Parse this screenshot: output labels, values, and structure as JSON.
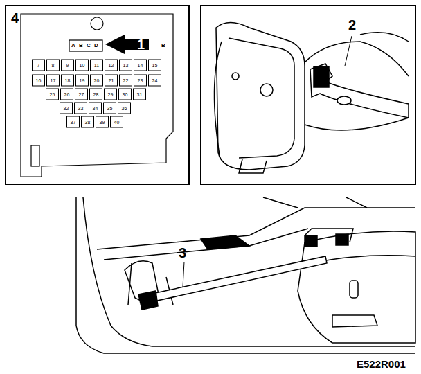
{
  "diagram": {
    "labels": [
      "4",
      "1",
      "2",
      "3",
      "E522R001",
      "A",
      "B",
      "C",
      "D",
      "B",
      "7",
      "8",
      "9",
      "10",
      "11",
      "12",
      "13",
      "14",
      "15",
      "16",
      "17",
      "18",
      "19",
      "20",
      "21",
      "22",
      "23",
      "24",
      "25",
      "26",
      "27",
      "28",
      "29",
      "30",
      "31",
      "32",
      "33",
      "34",
      "35",
      "36",
      "37",
      "38",
      "39",
      "40"
    ]
  }
}
